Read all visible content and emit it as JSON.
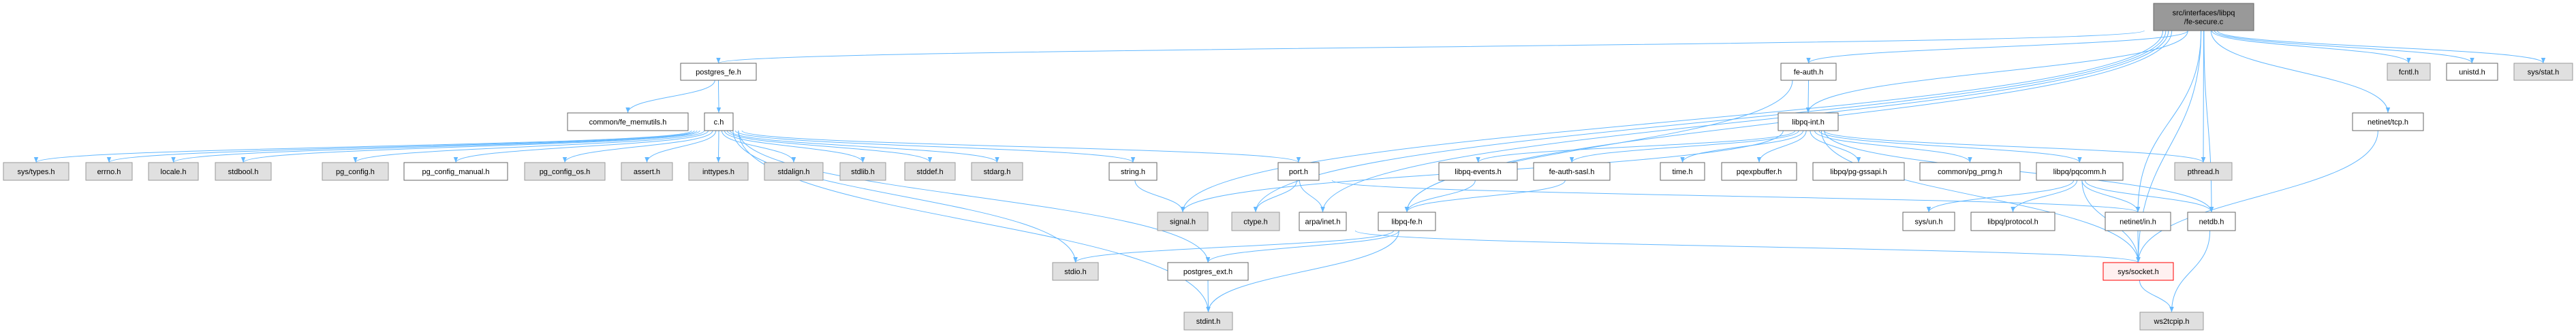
{
  "graph": {
    "title": "src/interfaces/libpq/fe-secure.c",
    "colors": {
      "edge": "#63b8ff",
      "file_fill": "#ffffff",
      "file_border": "#666666",
      "system_fill": "#e0e0e0",
      "system_border": "#999999",
      "root_fill": "#999999",
      "highlight_fill": "#fff0f0",
      "highlight_border": "#ff0000"
    },
    "nodes": [
      {
        "id": "root",
        "label": [
          "src/interfaces/libpq",
          "/fe-secure.c"
        ],
        "kind": "root"
      },
      {
        "id": "postgres_fe",
        "label": [
          "postgres_fe.h"
        ],
        "kind": "file"
      },
      {
        "id": "fe_auth",
        "label": [
          "fe-auth.h"
        ],
        "kind": "file"
      },
      {
        "id": "fcntl",
        "label": [
          "fcntl.h"
        ],
        "kind": "system"
      },
      {
        "id": "unistd",
        "label": [
          "unistd.h"
        ],
        "kind": "file"
      },
      {
        "id": "sys_stat",
        "label": [
          "sys/stat.h"
        ],
        "kind": "system"
      },
      {
        "id": "fe_memutils",
        "label": [
          "common/fe_memutils.h"
        ],
        "kind": "file"
      },
      {
        "id": "c",
        "label": [
          "c.h"
        ],
        "kind": "file"
      },
      {
        "id": "libpq_int",
        "label": [
          "libpq-int.h"
        ],
        "kind": "file"
      },
      {
        "id": "netinet_tcp",
        "label": [
          "netinet/tcp.h"
        ],
        "kind": "file"
      },
      {
        "id": "sys_types",
        "label": [
          "sys/types.h"
        ],
        "kind": "system"
      },
      {
        "id": "errno",
        "label": [
          "errno.h"
        ],
        "kind": "system"
      },
      {
        "id": "locale",
        "label": [
          "locale.h"
        ],
        "kind": "system"
      },
      {
        "id": "stdbool",
        "label": [
          "stdbool.h"
        ],
        "kind": "system"
      },
      {
        "id": "pg_config",
        "label": [
          "pg_config.h"
        ],
        "kind": "system"
      },
      {
        "id": "pg_config_manual",
        "label": [
          "pg_config_manual.h"
        ],
        "kind": "file"
      },
      {
        "id": "pg_config_os",
        "label": [
          "pg_config_os.h"
        ],
        "kind": "system"
      },
      {
        "id": "assert",
        "label": [
          "assert.h"
        ],
        "kind": "system"
      },
      {
        "id": "inttypes",
        "label": [
          "inttypes.h"
        ],
        "kind": "system"
      },
      {
        "id": "stdalign",
        "label": [
          "stdalign.h"
        ],
        "kind": "system"
      },
      {
        "id": "stdlib",
        "label": [
          "stdlib.h"
        ],
        "kind": "system"
      },
      {
        "id": "stddef",
        "label": [
          "stddef.h"
        ],
        "kind": "system"
      },
      {
        "id": "stdarg",
        "label": [
          "stdarg.h"
        ],
        "kind": "system"
      },
      {
        "id": "string",
        "label": [
          "string.h"
        ],
        "kind": "file"
      },
      {
        "id": "port",
        "label": [
          "port.h"
        ],
        "kind": "file"
      },
      {
        "id": "libpq_events",
        "label": [
          "libpq-events.h"
        ],
        "kind": "file"
      },
      {
        "id": "fe_auth_sasl",
        "label": [
          "fe-auth-sasl.h"
        ],
        "kind": "file"
      },
      {
        "id": "time",
        "label": [
          "time.h"
        ],
        "kind": "file"
      },
      {
        "id": "pqexpbuffer",
        "label": [
          "pqexpbuffer.h"
        ],
        "kind": "file"
      },
      {
        "id": "pg_gssapi",
        "label": [
          "libpq/pg-gssapi.h"
        ],
        "kind": "file"
      },
      {
        "id": "pg_prng",
        "label": [
          "common/pg_prng.h"
        ],
        "kind": "file"
      },
      {
        "id": "pqcomm",
        "label": [
          "libpq/pqcomm.h"
        ],
        "kind": "file"
      },
      {
        "id": "pthread",
        "label": [
          "pthread.h"
        ],
        "kind": "system"
      },
      {
        "id": "signal",
        "label": [
          "signal.h"
        ],
        "kind": "system"
      },
      {
        "id": "ctype",
        "label": [
          "ctype.h"
        ],
        "kind": "system"
      },
      {
        "id": "arpa_inet",
        "label": [
          "arpa/inet.h"
        ],
        "kind": "file"
      },
      {
        "id": "libpq_fe",
        "label": [
          "libpq-fe.h"
        ],
        "kind": "file"
      },
      {
        "id": "sys_un",
        "label": [
          "sys/un.h"
        ],
        "kind": "file"
      },
      {
        "id": "protocol",
        "label": [
          "libpq/protocol.h"
        ],
        "kind": "file"
      },
      {
        "id": "netinet_in",
        "label": [
          "netinet/in.h"
        ],
        "kind": "file"
      },
      {
        "id": "netdb",
        "label": [
          "netdb.h"
        ],
        "kind": "file"
      },
      {
        "id": "stdio",
        "label": [
          "stdio.h"
        ],
        "kind": "system"
      },
      {
        "id": "postgres_ext",
        "label": [
          "postgres_ext.h"
        ],
        "kind": "file"
      },
      {
        "id": "sys_socket",
        "label": [
          "sys/socket.h"
        ],
        "kind": "highlight"
      },
      {
        "id": "stdint",
        "label": [
          "stdint.h"
        ],
        "kind": "system"
      },
      {
        "id": "ws2tcpip",
        "label": [
          "ws2tcpip.h"
        ],
        "kind": "system"
      }
    ],
    "edges": [
      [
        "root",
        "postgres_fe"
      ],
      [
        "root",
        "fe_auth"
      ],
      [
        "root",
        "libpq_int"
      ],
      [
        "root",
        "signal"
      ],
      [
        "root",
        "ctype"
      ],
      [
        "root",
        "arpa_inet"
      ],
      [
        "root",
        "libpq_fe"
      ],
      [
        "root",
        "pthread"
      ],
      [
        "root",
        "netinet_in"
      ],
      [
        "root",
        "netdb"
      ],
      [
        "root",
        "sys_socket"
      ],
      [
        "root",
        "netinet_tcp"
      ],
      [
        "root",
        "fcntl"
      ],
      [
        "root",
        "unistd"
      ],
      [
        "root",
        "sys_stat"
      ],
      [
        "postgres_fe",
        "fe_memutils"
      ],
      [
        "postgres_fe",
        "c"
      ],
      [
        "fe_auth",
        "libpq_int"
      ],
      [
        "fe_auth",
        "libpq_fe"
      ],
      [
        "c",
        "sys_types"
      ],
      [
        "c",
        "errno"
      ],
      [
        "c",
        "locale"
      ],
      [
        "c",
        "stdbool"
      ],
      [
        "c",
        "pg_config"
      ],
      [
        "c",
        "pg_config_manual"
      ],
      [
        "c",
        "pg_config_os"
      ],
      [
        "c",
        "assert"
      ],
      [
        "c",
        "inttypes"
      ],
      [
        "c",
        "stdalign"
      ],
      [
        "c",
        "stdlib"
      ],
      [
        "c",
        "stddef"
      ],
      [
        "c",
        "stdarg"
      ],
      [
        "c",
        "string"
      ],
      [
        "c",
        "port"
      ],
      [
        "c",
        "stdio"
      ],
      [
        "c",
        "postgres_ext"
      ],
      [
        "c",
        "stdint"
      ],
      [
        "string",
        "signal"
      ],
      [
        "port",
        "ctype"
      ],
      [
        "port",
        "arpa_inet"
      ],
      [
        "port",
        "netinet_in"
      ],
      [
        "libpq_int",
        "signal"
      ],
      [
        "libpq_int",
        "libpq_events"
      ],
      [
        "libpq_int",
        "fe_auth_sasl"
      ],
      [
        "libpq_int",
        "time"
      ],
      [
        "libpq_int",
        "pqexpbuffer"
      ],
      [
        "libpq_int",
        "pg_gssapi"
      ],
      [
        "libpq_int",
        "pg_prng"
      ],
      [
        "libpq_int",
        "pqcomm"
      ],
      [
        "libpq_int",
        "pthread"
      ],
      [
        "libpq_int",
        "netdb"
      ],
      [
        "libpq_int",
        "sys_socket"
      ],
      [
        "libpq_events",
        "libpq_fe"
      ],
      [
        "fe_auth_sasl",
        "libpq_fe"
      ],
      [
        "libpq_fe",
        "stdio"
      ],
      [
        "libpq_fe",
        "postgres_ext"
      ],
      [
        "libpq_fe",
        "stdint"
      ],
      [
        "arpa_inet",
        "sys_socket"
      ],
      [
        "postgres_ext",
        "stdint"
      ],
      [
        "pqcomm",
        "sys_un"
      ],
      [
        "pqcomm",
        "protocol"
      ],
      [
        "pqcomm",
        "netinet_in"
      ],
      [
        "pqcomm",
        "netdb"
      ],
      [
        "pqcomm",
        "sys_socket"
      ],
      [
        "netinet_in",
        "sys_socket"
      ],
      [
        "netdb",
        "ws2tcpip"
      ],
      [
        "sys_socket",
        "ws2tcpip"
      ],
      [
        "netinet_tcp",
        "sys_socket"
      ]
    ]
  }
}
